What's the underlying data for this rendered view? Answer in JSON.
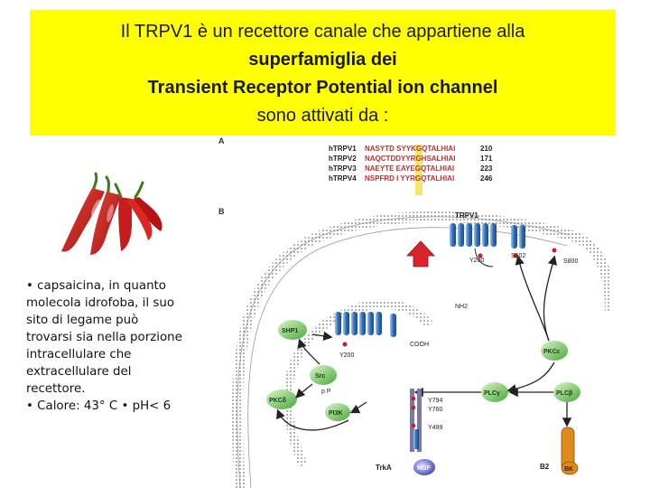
{
  "title": {
    "line1": "Il TRPV1 è un recettore canale che appartiene alla",
    "line2": "superfamiglia dei",
    "line3": "Transient Receptor  Potential ion channel",
    "line4": "sono attivati da :"
  },
  "body": {
    "b1": "• capsaicina, in quanto",
    "b2": "molecola idrofoba, il suo",
    "b3": "sito di legame può",
    "b4": "trovarsi sia nella porzione",
    "b5": "intracellulare che",
    "b6": "extracellulare del",
    "b7": "recettore.",
    "b8": "• Calore: 43° C  • pH< 6"
  },
  "figure": {
    "panel_a": "A",
    "panel_b": "B",
    "alignment": [
      {
        "name": "hTRPV1",
        "seq": "NASYTD SYYKGQTALHIAI",
        "num": "210"
      },
      {
        "name": "hTRPV2",
        "seq": "NAQCTDDYYRGHSALHIAI",
        "num": "171"
      },
      {
        "name": "hTRPV3",
        "seq": "NAEYTE EAYEGQTALHIAI",
        "num": "223"
      },
      {
        "name": "hTRPV4",
        "seq": "NSPFRD I YYRGQTALHIAI",
        "num": "246"
      }
    ],
    "labels": {
      "trpv1": "TRPV1",
      "y200_top": "Y200",
      "s502": "S502",
      "s800": "S800",
      "nh2": "NH2",
      "cooh": "COOH",
      "shp1": "SHP1",
      "y200_mid": "Y200",
      "src": "Src",
      "pp": "p P",
      "pkcd": "PKCδ",
      "pkc_eps": "PKCε",
      "pi3k": "PI3K",
      "plcg": "PLCγ",
      "plcb": "PLCβ",
      "y794": "Y794",
      "y760": "Y760",
      "y499": "Y499",
      "trka": "TrkA",
      "ngf": "NGF",
      "b2": "B2",
      "bk": "BK"
    }
  }
}
